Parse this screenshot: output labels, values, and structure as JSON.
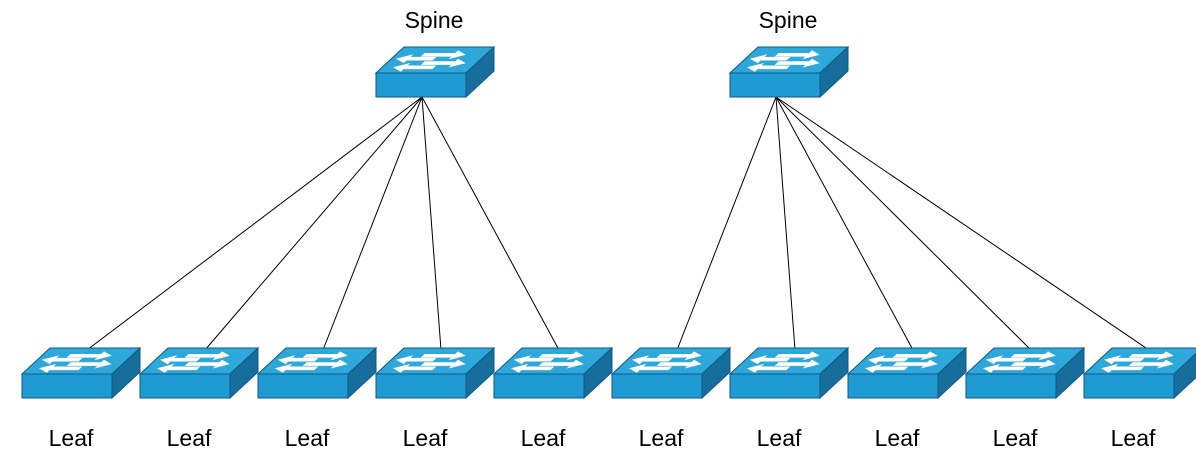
{
  "diagram": {
    "colors": {
      "switch_top": "#2ea8db",
      "switch_front": "#1f9ad3",
      "switch_side": "#176e9c",
      "switch_edge": "#0d5a84",
      "arrow": "#ffffff",
      "link": "#000000"
    },
    "spines": [
      {
        "label": "Spine",
        "icon": "switch-icon"
      },
      {
        "label": "Spine",
        "icon": "switch-icon"
      }
    ],
    "leaves": [
      {
        "label": "Leaf",
        "icon": "switch-icon"
      },
      {
        "label": "Leaf",
        "icon": "switch-icon"
      },
      {
        "label": "Leaf",
        "icon": "switch-icon"
      },
      {
        "label": "Leaf",
        "icon": "switch-icon"
      },
      {
        "label": "Leaf",
        "icon": "switch-icon"
      },
      {
        "label": "Leaf",
        "icon": "switch-icon"
      },
      {
        "label": "Leaf",
        "icon": "switch-icon"
      },
      {
        "label": "Leaf",
        "icon": "switch-icon"
      },
      {
        "label": "Leaf",
        "icon": "switch-icon"
      },
      {
        "label": "Leaf",
        "icon": "switch-icon"
      }
    ],
    "links": [
      {
        "spine": 0,
        "leaf": 0
      },
      {
        "spine": 0,
        "leaf": 1
      },
      {
        "spine": 0,
        "leaf": 2
      },
      {
        "spine": 0,
        "leaf": 3
      },
      {
        "spine": 0,
        "leaf": 4
      },
      {
        "spine": 1,
        "leaf": 5
      },
      {
        "spine": 1,
        "leaf": 6
      },
      {
        "spine": 1,
        "leaf": 7
      },
      {
        "spine": 1,
        "leaf": 8
      },
      {
        "spine": 1,
        "leaf": 9
      }
    ]
  }
}
